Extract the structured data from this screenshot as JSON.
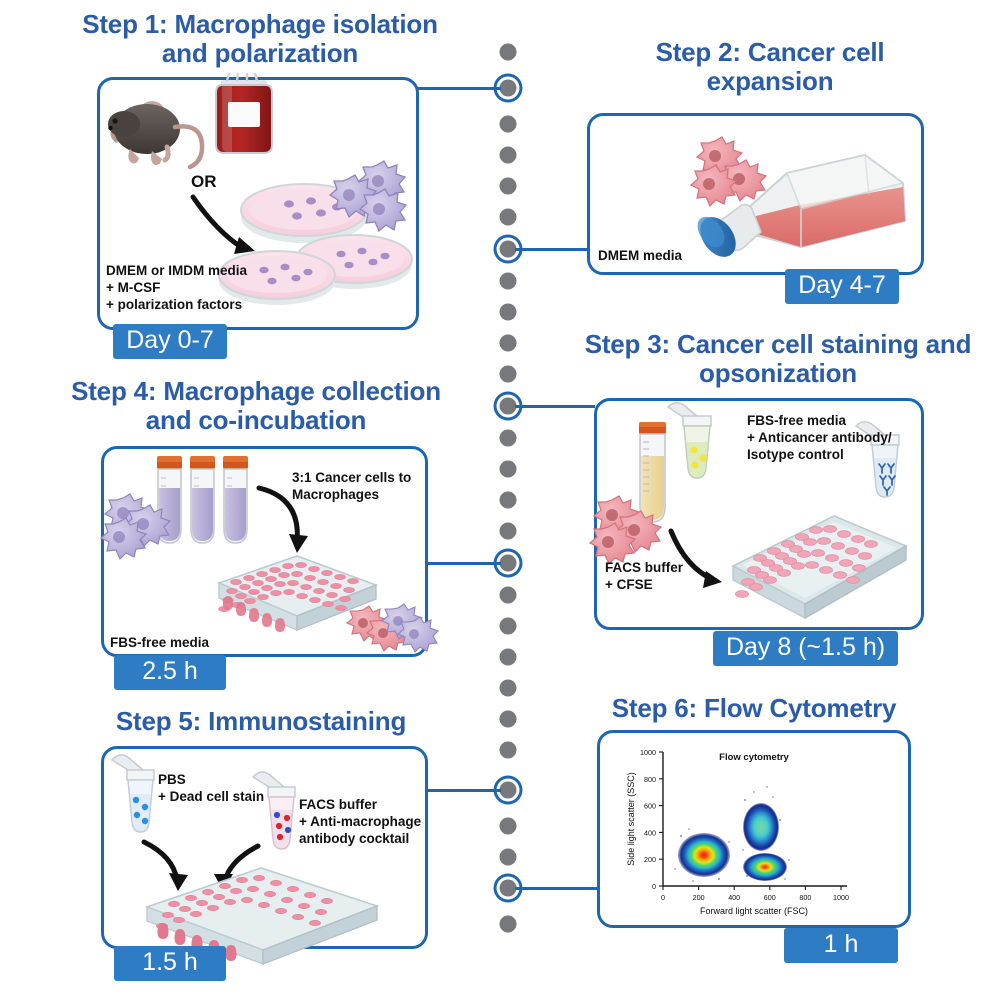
{
  "figure": {
    "type": "experimental-workflow-diagram",
    "colors": {
      "title_blue": "#2b5ca8",
      "panel_border_blue": "#1f66b0",
      "badge_blue": "#2e7cc3",
      "timeline_dot_gray": "#76787b"
    }
  },
  "steps": [
    {
      "id": "step1",
      "title": "Step 1: Macrophage\nisolation and polarization",
      "badge": "Day 0-7",
      "captions": [
        "DMEM or IMDM media\n+ M-CSF\n+ polarization factors",
        "OR"
      ],
      "icons": [
        "mouse-icon",
        "blood-bag-icon",
        "petri-dish-icon",
        "macrophage-cell-icon",
        "arrow-icon"
      ]
    },
    {
      "id": "step2",
      "title": "Step 2: Cancer cell\nexpansion",
      "badge": "Day 4-7",
      "captions": [
        "DMEM media"
      ],
      "icons": [
        "culture-flask-icon",
        "cancer-cell-icon"
      ]
    },
    {
      "id": "step3",
      "title": "Step 3: Cancer cell\nstaining and opsonization",
      "badge": "Day 8 (~1.5 h)",
      "captions": [
        "FBS-free media\n+ Anticancer antibody/\nIsotype control",
        "FACS buffer\n+ CFSE"
      ],
      "icons": [
        "conical-tube-icon",
        "eppendorf-tube-icon",
        "antibody-tube-icon",
        "cancer-cell-icon",
        "well-plate-icon",
        "arrow-icon"
      ]
    },
    {
      "id": "step4",
      "title": "Step 4: Macrophage\ncollection and co-incubation",
      "badge": "2.5 h",
      "captions": [
        "3:1 Cancer cells to\nMacrophages",
        "FBS-free media"
      ],
      "icons": [
        "conical-tube-icon",
        "macrophage-cell-icon",
        "well-plate-icon",
        "cancer-cell-icon",
        "arrow-icon"
      ]
    },
    {
      "id": "step5",
      "title": "Step 5: Immunostaining",
      "badge": "1.5 h",
      "captions": [
        "PBS\n+ Dead cell stain",
        "FACS buffer\n+ Anti-macrophage\nantibody cocktail"
      ],
      "icons": [
        "eppendorf-tube-icon",
        "well-plate-icon",
        "arrow-icon"
      ]
    },
    {
      "id": "step6",
      "title": "Step 6: Flow Cytometry",
      "badge": "1 h",
      "captions": [],
      "icons": [
        "flow-cytometry-plot-icon"
      ]
    }
  ],
  "chart_data": {
    "type": "scatter",
    "title": "Flow cytometry",
    "xlabel": "Forward light scatter (FSC)",
    "ylabel": "Side light scatter (SSC)",
    "xlim": [
      0,
      1000
    ],
    "ylim": [
      0,
      1000
    ],
    "xticks": [
      0,
      200,
      400,
      600,
      800,
      1000
    ],
    "yticks": [
      0,
      200,
      400,
      600,
      800,
      1000
    ],
    "grid": false,
    "legend": "none",
    "populations": [
      {
        "name": "population-1",
        "x": 230,
        "y": 235,
        "rx": 135,
        "ry": 150,
        "peak": "red"
      },
      {
        "name": "population-2",
        "x": 548,
        "y": 440,
        "rx": 95,
        "ry": 145,
        "peak": "green"
      },
      {
        "name": "population-3",
        "x": 572,
        "y": 140,
        "rx": 120,
        "ry": 80,
        "peak": "red"
      }
    ]
  },
  "timeline": {
    "dot_count": 29,
    "node_steps": [
      "step1",
      "step2",
      "step3",
      "step4",
      "step5",
      "step6"
    ]
  }
}
